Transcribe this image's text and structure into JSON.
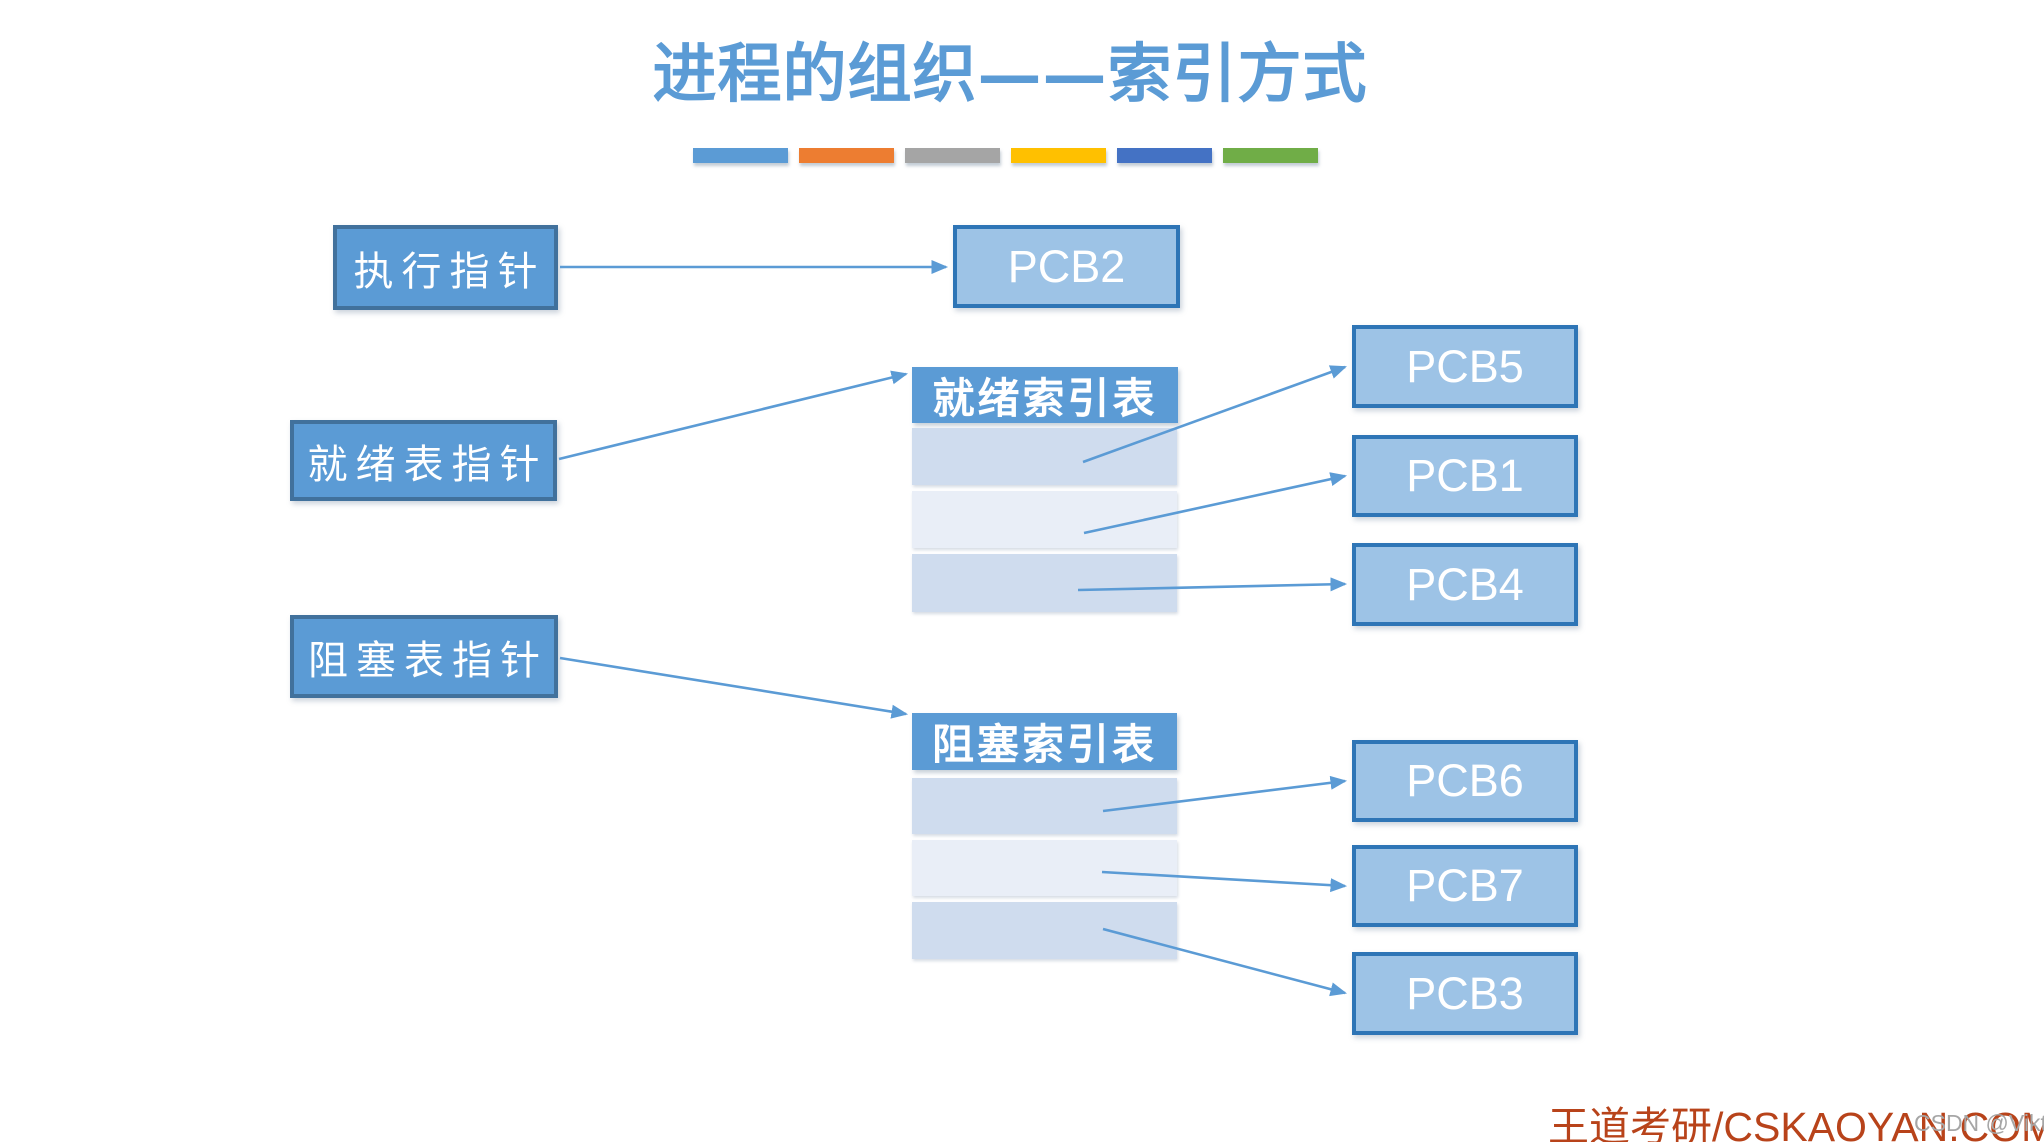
{
  "title": "进程的组织——索引方式",
  "accent_bars": [
    {
      "name": "blue",
      "color": "#5B9BD5"
    },
    {
      "name": "orange",
      "color": "#ED7D31"
    },
    {
      "name": "gray",
      "color": "#A5A5A5"
    },
    {
      "name": "gold",
      "color": "#FFC000"
    },
    {
      "name": "dark-blue",
      "color": "#4472C4"
    },
    {
      "name": "green",
      "color": "#70AD47"
    }
  ],
  "pointers": {
    "exec": {
      "label": "执行指针"
    },
    "ready": {
      "label": "就绪表指针"
    },
    "blocked": {
      "label": "阻塞表指针"
    }
  },
  "tables": {
    "ready": {
      "header": "就绪索引表",
      "row_count": 3
    },
    "blocked": {
      "header": "阻塞索引表",
      "row_count": 3
    }
  },
  "pcbs": {
    "running": {
      "label": "PCB2"
    },
    "ready1": {
      "label": "PCB5"
    },
    "ready2": {
      "label": "PCB1"
    },
    "ready3": {
      "label": "PCB4"
    },
    "blocked1": {
      "label": "PCB6"
    },
    "blocked2": {
      "label": "PCB7"
    },
    "blocked3": {
      "label": "PCB3"
    }
  },
  "connections": [
    {
      "from": "执行指针",
      "to": "PCB2"
    },
    {
      "from": "就绪表指针",
      "to": "就绪索引表"
    },
    {
      "from": "阻塞表指针",
      "to": "阻塞索引表"
    },
    {
      "from": "就绪索引表 行1",
      "to": "PCB5"
    },
    {
      "from": "就绪索引表 行2",
      "to": "PCB1"
    },
    {
      "from": "就绪索引表 行3",
      "to": "PCB4"
    },
    {
      "from": "阻塞索引表 行1",
      "to": "PCB6"
    },
    {
      "from": "阻塞索引表 行2",
      "to": "PCB7"
    },
    {
      "from": "阻塞索引表 行3",
      "to": "PCB3"
    }
  ],
  "footer": {
    "brand": "王道考研/CSKAOYAN.COM",
    "watermark": "CSDN @Viktoriae"
  },
  "colors": {
    "title-blue": "#5B9BD5",
    "pointer-fill": "#5B9BD5",
    "pointer-border": "#41719C",
    "pcb-fill": "#9DC3E6",
    "pcb-border": "#2E75B6",
    "table-header-fill": "#5B9BD5",
    "row-light": "#CFDCEE",
    "row-lighter": "#E9EEF7",
    "arrow-blue": "#5B9BD5",
    "brand-red": "#B8431A",
    "watermark-gray": "#A6A6A6"
  }
}
